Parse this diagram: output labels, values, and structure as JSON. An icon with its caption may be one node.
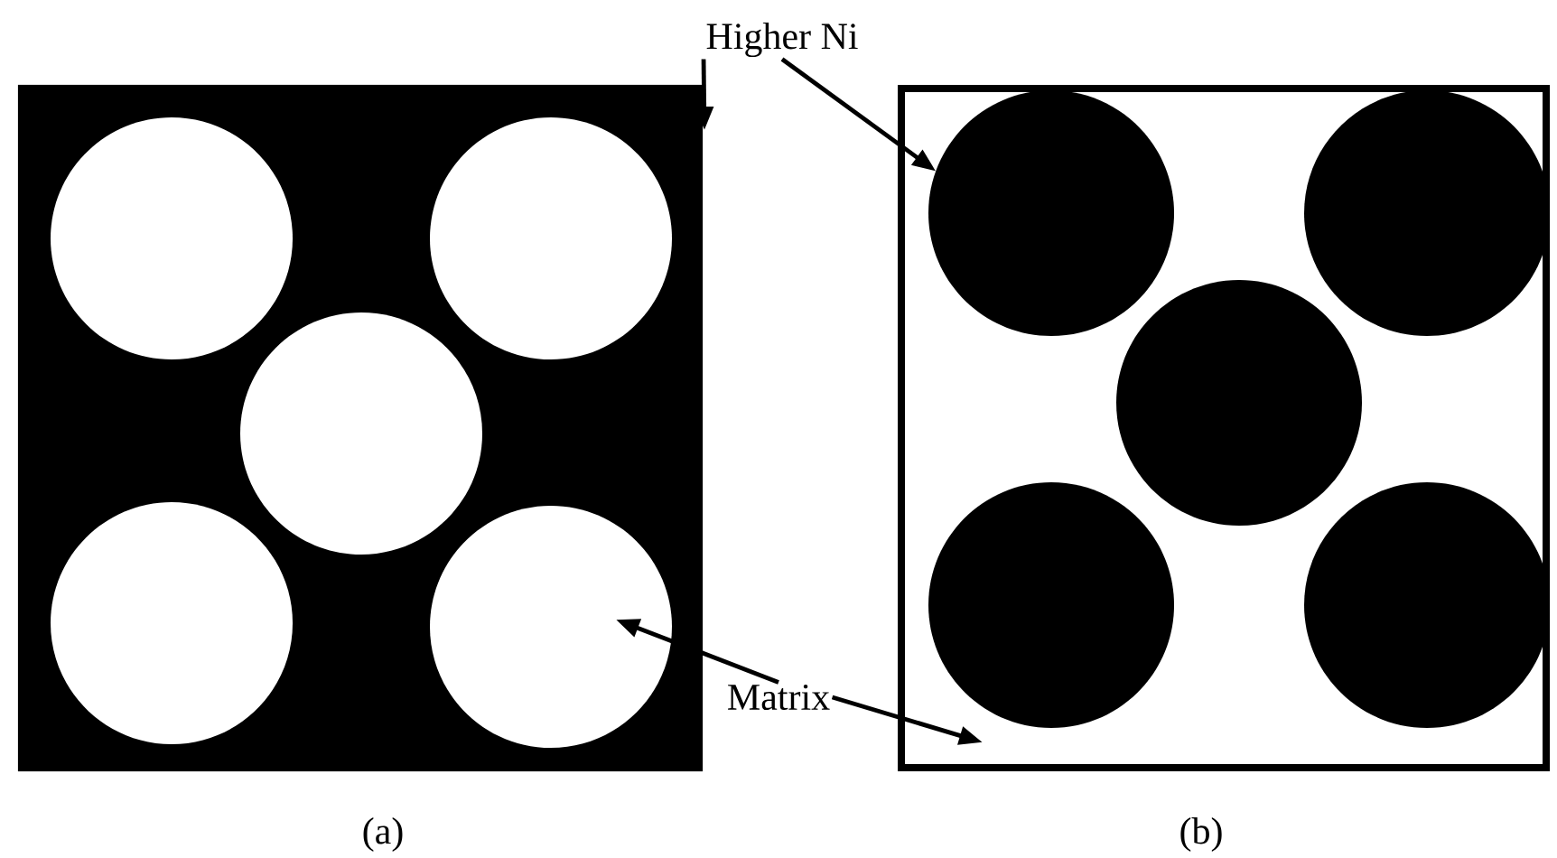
{
  "diagram": {
    "nodes": [
      {
        "text": [
          "Higher Ni"
        ]
      },
      {
        "text": [
          "Matrix"
        ]
      },
      {
        "text": [],
        "shape": "box"
      },
      {
        "text": [],
        "shape": "circle",
        "in": 2
      },
      {
        "text": [],
        "shape": "circle",
        "in": 2
      },
      {
        "text": [],
        "shape": "circle",
        "in": 2
      },
      {
        "text": [],
        "shape": "circle",
        "in": 2
      },
      {
        "text": [],
        "shape": "circle",
        "in": 2
      },
      {
        "text": [],
        "shape": "box"
      },
      {
        "text": [],
        "shape": "circle",
        "in": 8
      },
      {
        "text": [],
        "shape": "circle",
        "in": 8
      },
      {
        "text": [],
        "shape": "circle",
        "in": 8
      },
      {
        "text": [],
        "shape": "circle",
        "in": 8
      },
      {
        "text": [],
        "shape": "circle",
        "in": 8
      }
    ],
    "edges": [
      {
        "from": 0,
        "to": 2,
        "arrow": "to"
      },
      {
        "from": 0,
        "to": 9,
        "arrow": "to"
      },
      {
        "from": 1,
        "to": 7,
        "arrow": "to"
      },
      {
        "from": 1,
        "to": 8,
        "arrow": "to"
      }
    ],
    "labels": [
      "(a)",
      "(b)"
    ]
  }
}
